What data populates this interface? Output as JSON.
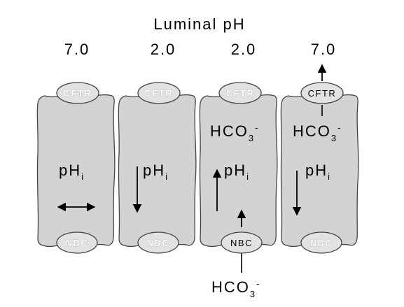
{
  "title": "Luminal pH",
  "colors": {
    "cell_fill": "#d3d3d3",
    "cap_fill": "#e2e2e2",
    "stroke": "#444444"
  },
  "columns": [
    {
      "luminal_ph": "7.0",
      "cftr": {
        "label": "CFTR",
        "active": false
      },
      "nbc": {
        "label": "NBC",
        "active": false
      },
      "phi_label": "pH",
      "phi_sub": "i",
      "phi_change": "no change (double arrow)",
      "hco3_inside": "",
      "hco3_outside": ""
    },
    {
      "luminal_ph": "2.0",
      "cftr": {
        "label": "CFTR",
        "active": false
      },
      "nbc": {
        "label": "NBC",
        "active": false
      },
      "phi_label": "pH",
      "phi_sub": "i",
      "phi_change": "decrease",
      "hco3_inside": "",
      "hco3_outside": ""
    },
    {
      "luminal_ph": "2.0",
      "cftr": {
        "label": "CFTR",
        "active": false
      },
      "nbc": {
        "label": "NBC",
        "active": true
      },
      "phi_label": "pH",
      "phi_sub": "i",
      "phi_change": "increase",
      "hco3_inside": {
        "base": "HCO",
        "sub": "3",
        "sup": "-"
      },
      "hco3_outside": {
        "base": "HCO",
        "sub": "3",
        "sup": "-"
      }
    },
    {
      "luminal_ph": "7.0",
      "cftr": {
        "label": "CFTR",
        "active": true
      },
      "nbc": {
        "label": "NBC",
        "active": false
      },
      "phi_label": "pH",
      "phi_sub": "i",
      "phi_change": "decrease",
      "hco3_inside": {
        "base": "HCO",
        "sub": "3",
        "sup": "-"
      },
      "hco3_outside": ""
    }
  ]
}
